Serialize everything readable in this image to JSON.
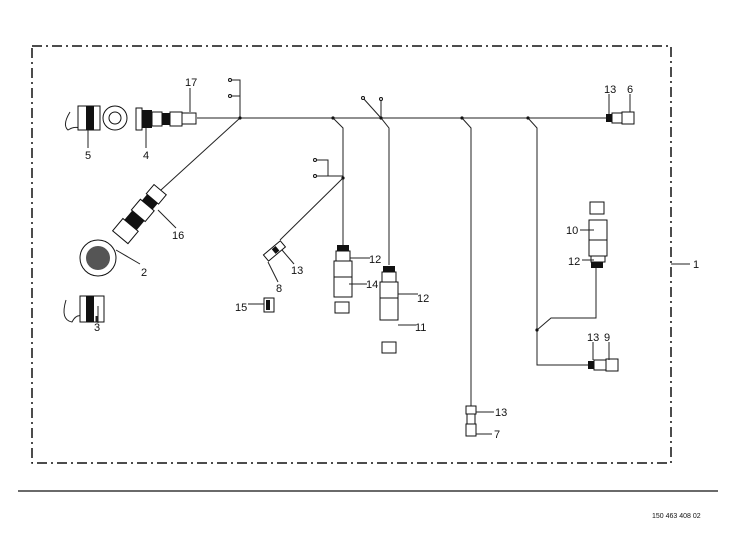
{
  "drawing_number": "150 463 408 02",
  "callouts": [
    "17",
    "5",
    "4",
    "16",
    "2",
    "3",
    "13",
    "8",
    "15",
    "12",
    "14",
    "12",
    "11",
    "13",
    "6",
    "10",
    "12",
    "13",
    "9",
    "13",
    "7",
    "1"
  ]
}
